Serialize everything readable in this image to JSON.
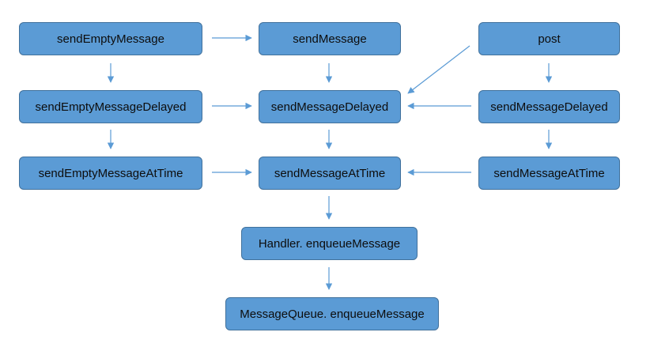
{
  "diagram": {
    "edge_color": "#5b9bd5",
    "node_fill": "#5b9bd5",
    "node_border": "#41719c",
    "nodes": {
      "send_empty_message": "sendEmptyMessage",
      "send_message": "sendMessage",
      "post": "post",
      "send_empty_message_delayed": "sendEmptyMessageDelayed",
      "send_message_delayed_center": "sendMessageDelayed",
      "send_message_delayed_right": "sendMessageDelayed",
      "send_empty_message_at_time": "sendEmptyMessageAtTime",
      "send_message_at_time_center": "sendMessageAtTime",
      "send_message_at_time_right": "sendMessageAtTime",
      "handler_enqueue_message": "Handler. enqueueMessage",
      "message_queue_enqueue_message": "MessageQueue. enqueueMessage"
    },
    "edges": [
      [
        "send_empty_message",
        "send_message"
      ],
      [
        "send_empty_message",
        "send_empty_message_delayed"
      ],
      [
        "send_message",
        "send_message_delayed_center"
      ],
      [
        "post",
        "send_message_delayed_center"
      ],
      [
        "post",
        "send_message_delayed_right"
      ],
      [
        "send_empty_message_delayed",
        "send_message_delayed_center"
      ],
      [
        "send_message_delayed_right",
        "send_message_delayed_center"
      ],
      [
        "send_empty_message_delayed",
        "send_empty_message_at_time"
      ],
      [
        "send_message_delayed_center",
        "send_message_at_time_center"
      ],
      [
        "send_message_delayed_right",
        "send_message_at_time_right"
      ],
      [
        "send_empty_message_at_time",
        "send_message_at_time_center"
      ],
      [
        "send_message_at_time_right",
        "send_message_at_time_center"
      ],
      [
        "send_message_at_time_center",
        "handler_enqueue_message"
      ],
      [
        "handler_enqueue_message",
        "message_queue_enqueue_message"
      ]
    ]
  }
}
